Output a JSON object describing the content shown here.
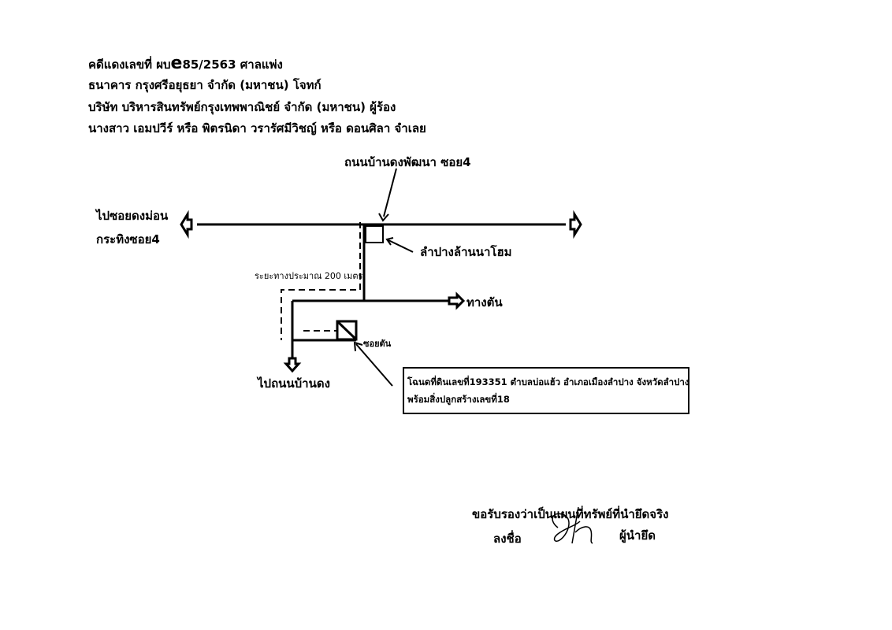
{
  "header": {
    "case_prefix": "คดีแดงเลขที่ ผบ",
    "case_e": "e",
    "case_rest": "85/2563 ศาลแพ่ง",
    "line2": "ธนาคาร กรุงศรีอยุธยา จำกัด (มหาชน) โจทก์",
    "line3": "บริษัท บริหารสินทรัพย์กรุงเทพพาณิชย์ จำกัด (มหาชน) ผู้ร้อง",
    "line4": "นางสาว เอมปวีร์ หรือ พิตรนิดา วรารัศมีวิชญ์ หรือ ดอนศิลา จำเลย"
  },
  "map": {
    "top_road": "ถนนบ้านดงพัฒนา ซอย4",
    "left_line1": "ไปซอยดงม่อน",
    "left_line2": "กระทิงซอย4",
    "landmark": "ลำปางล้านนาโฮม",
    "distance": "ระยะทางประมาณ 200 เมตร",
    "dead_end_road": "ทางตัน",
    "dead_end_soi": "ซอยตัน",
    "to_road": "ไปถนนบ้านดง",
    "parcel_line1": "โฉนดที่ดินเลขที่193351 ตำบลบ่อแฮ้ว อำเภอเมืองลำปาง จังหวัดลำปาง",
    "parcel_line2": "พร้อมสิ่งปลูกสร้างเลขที่18"
  },
  "certification": {
    "statement": "ขอรับรองว่าเป็นแผนที่ทรัพย์ที่นำยึดจริง",
    "sign_label": "ลงชื่อ",
    "role": "ผู้นำยึด"
  }
}
